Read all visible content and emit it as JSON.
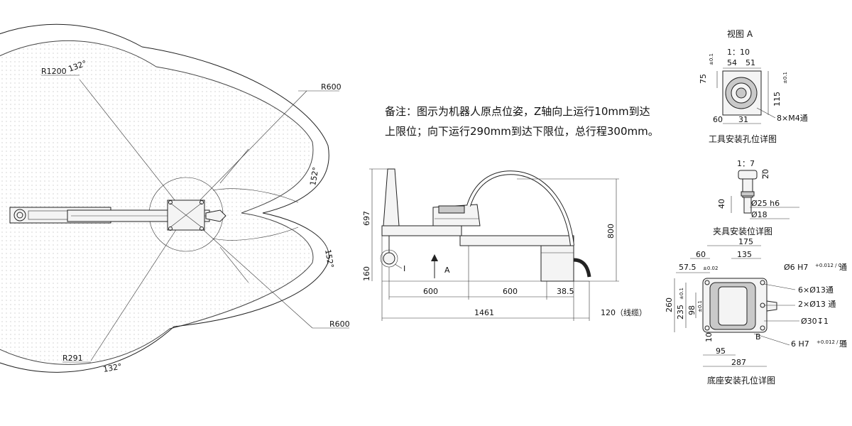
{
  "workspace": {
    "r_outer": "R1200",
    "r_inner_left": "R291",
    "r_upper": "R600",
    "r_lower": "R600",
    "angle_top": "132°",
    "angle_bottom": "132°",
    "angle_upper_right": "152°",
    "angle_lower_right": "152°"
  },
  "note": {
    "line1": "备注：图示为机器人原点位姿，Z轴向上运行10mm到达",
    "line2": "上限位；向下运行290mm到达下限位，总行程300mm。"
  },
  "side_view": {
    "h_697": "697",
    "h_160": "160",
    "h_800": "800",
    "d_600_a": "600",
    "d_600_b": "600",
    "d_38_5": "38.5",
    "d_1461": "1461",
    "d_120": "120（线缆）",
    "label_i": "I",
    "label_a": "A"
  },
  "view_a": {
    "title": "视图 A",
    "scale": "1：10",
    "d54": "54",
    "d51": "51",
    "d75": "75",
    "tol75": "±0.1",
    "d115": "115",
    "tol115": "±0.1",
    "d60": "60",
    "d31": "31",
    "holes": "8×M4通",
    "caption": "工具安装孔位详图"
  },
  "clamp": {
    "scale": "1：7",
    "d20": "20",
    "d40": "40",
    "dia25": "Ø25 h6",
    "dia18": "Ø18",
    "caption": "夹具安装位详图"
  },
  "base": {
    "d175": "175",
    "d60": "60",
    "d135": "135",
    "d57_5": "57.5",
    "tol57_5": "±0.02",
    "h7_6": "Ø6 H7",
    "tol_h7": "+0.012 / 0",
    "through": "通",
    "holes_6x13": "6×Ø13通",
    "holes_2x13": "2×Ø13 通",
    "cb30": "Ø30↧1",
    "d260": "260",
    "d235": "235",
    "tol235": "±0.1",
    "d98": "98",
    "tol98": "±0.1",
    "d10": "10",
    "d95": "95",
    "d287": "287",
    "h7_bottom": "6 H7",
    "label_b": "B",
    "caption": "底座安装孔位详图"
  }
}
